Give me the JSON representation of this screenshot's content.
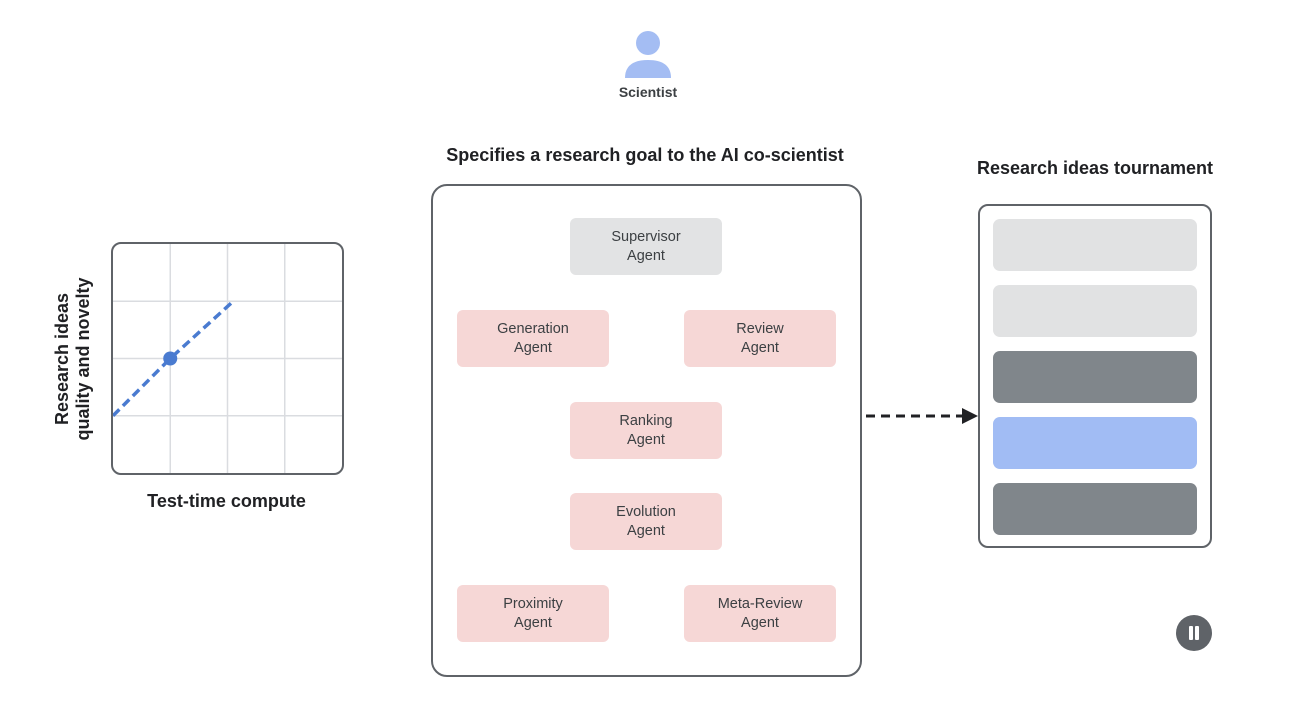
{
  "scientist": {
    "label": "Scientist",
    "icon": "person-icon"
  },
  "chart_data": {
    "type": "line",
    "xlabel": "Test-time compute",
    "ylabel_lines": [
      "Research ideas",
      "quality and novelty"
    ],
    "grid": true,
    "points": [
      [
        0,
        0.25
      ],
      [
        1,
        0.5
      ],
      [
        2.1,
        0.75
      ]
    ],
    "highlight_point": [
      1,
      0.5
    ],
    "xlim": [
      0,
      4
    ],
    "ylim": [
      0,
      1
    ],
    "line_style": "dashed",
    "color": "#4a7bd0"
  },
  "goal": {
    "title": "Specifies a research goal to the AI co-scientist",
    "agents": [
      {
        "id": "supervisor",
        "lines": [
          "Supervisor",
          "Agent"
        ],
        "color": "#e2e3e4"
      },
      {
        "id": "generation",
        "lines": [
          "Generation",
          "Agent"
        ],
        "color": "#f6d7d6"
      },
      {
        "id": "review",
        "lines": [
          "Review",
          "Agent"
        ],
        "color": "#f6d7d6"
      },
      {
        "id": "ranking",
        "lines": [
          "Ranking",
          "Agent"
        ],
        "color": "#f6d7d6"
      },
      {
        "id": "evolution",
        "lines": [
          "Evolution",
          "Agent"
        ],
        "color": "#f6d7d6"
      },
      {
        "id": "proximity",
        "lines": [
          "Proximity",
          "Agent"
        ],
        "color": "#f6d7d6"
      },
      {
        "id": "meta-review",
        "lines": [
          "Meta-Review",
          "Agent"
        ],
        "color": "#f6d7d6"
      }
    ]
  },
  "tournament": {
    "title": "Research ideas tournament",
    "bars": [
      "#e1e2e3",
      "#e1e2e3",
      "#80868b",
      "#a1bcf4",
      "#80868b"
    ]
  },
  "controls": {
    "pause_icon": "pause-icon"
  }
}
